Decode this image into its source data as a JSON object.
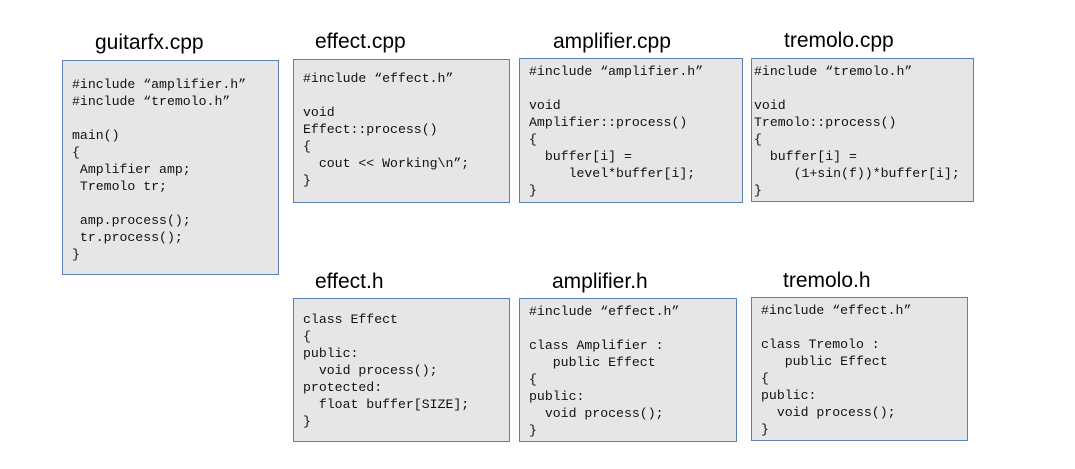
{
  "files": [
    {
      "id": "guitarfx-cpp",
      "title": "guitarfx.cpp",
      "lines": [
        "#include “amplifier.h”",
        "#include “tremolo.h”",
        "",
        "main()",
        "{",
        " Amplifier amp;",
        " Tremolo tr;",
        "",
        " amp.process();",
        " tr.process();",
        "}"
      ]
    },
    {
      "id": "effect-cpp",
      "title": "effect.cpp",
      "lines": [
        "#include “effect.h”",
        "",
        "void",
        "Effect::process()",
        "{",
        "  cout << Working\\n”;",
        "}"
      ]
    },
    {
      "id": "amplifier-cpp",
      "title": "amplifier.cpp",
      "lines": [
        "#include “amplifier.h”",
        "",
        "void",
        "Amplifier::process()",
        "{",
        "  buffer[i] =",
        "     level*buffer[i];",
        "}"
      ]
    },
    {
      "id": "tremolo-cpp",
      "title": "tremolo.cpp",
      "lines": [
        "#include “tremolo.h”",
        "",
        "void",
        "Tremolo::process()",
        "{",
        "  buffer[i] =",
        "     (1+sin(f))*buffer[i];",
        "}"
      ]
    },
    {
      "id": "effect-h",
      "title": "effect.h",
      "lines": [
        "class Effect",
        "{",
        "public:",
        "  void process();",
        "protected:",
        "  float buffer[SIZE];",
        "}"
      ]
    },
    {
      "id": "amplifier-h",
      "title": "amplifier.h",
      "lines": [
        "#include “effect.h”",
        "",
        "class Amplifier :",
        "   public Effect",
        "{",
        "public:",
        "  void process();",
        "}"
      ]
    },
    {
      "id": "tremolo-h",
      "title": "tremolo.h",
      "lines": [
        "#include “effect.h”",
        "",
        "class Tremolo :",
        "   public Effect",
        "{",
        "public:",
        "  void process();",
        "}"
      ]
    }
  ]
}
